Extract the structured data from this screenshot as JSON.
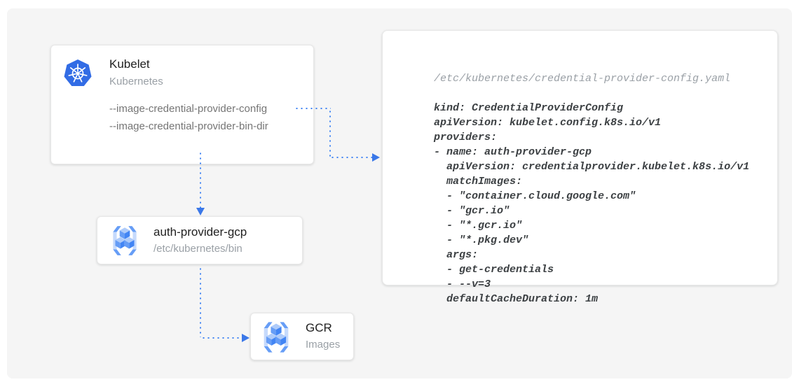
{
  "colors": {
    "background": "#f5f5f5",
    "arrow_blue": "#4285f4",
    "arrowhead_blue": "#3b78e8",
    "kubernetes_blue": "#326ce5",
    "gcr_bracket_light": "#c6dafc",
    "gcr_face_light": "#aecbfa",
    "gcr_face_mid": "#669df6",
    "gcr_face_dark": "#4285f4",
    "title_text": "#212121",
    "subtitle_text": "#9aa0a6",
    "flag_text": "#757575",
    "code_text": "#3c4043",
    "code_filename_text": "#9aa0a6"
  },
  "nodes": {
    "kubelet": {
      "title": "Kubelet",
      "subtitle": "Kubernetes",
      "flags": [
        "--image-credential-provider-config",
        "--image-credential-provider-bin-dir"
      ]
    },
    "auth_provider": {
      "title": "auth-provider-gcp",
      "subtitle": "/etc/kubernetes/bin"
    },
    "gcr": {
      "title": "GCR",
      "subtitle": "Images"
    }
  },
  "code_panel": {
    "filename": "/etc/kubernetes/credential-provider-config.yaml",
    "code": "kind: CredentialProviderConfig\napiVersion: kubelet.config.k8s.io/v1\nproviders:\n- name: auth-provider-gcp\n  apiVersion: credentialprovider.kubelet.k8s.io/v1\n  matchImages:\n  - \"container.cloud.google.com\"\n  - \"gcr.io\"\n  - \"*.gcr.io\"\n  - \"*.pkg.dev\"\n  args:\n  - get-credentials\n  - --v=3\n  defaultCacheDuration: 1m"
  }
}
